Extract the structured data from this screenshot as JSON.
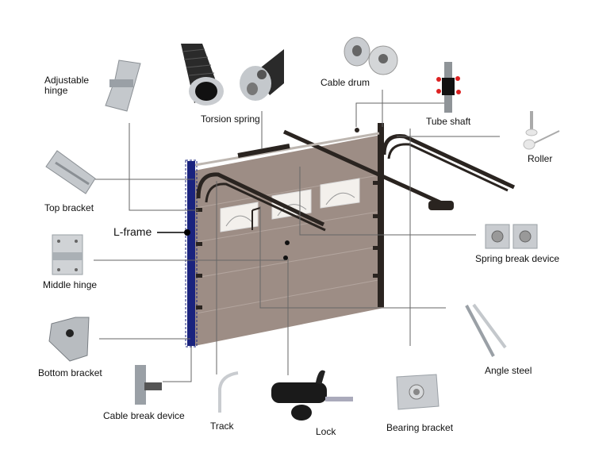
{
  "title": "Sectional garage door parts diagram",
  "labels": {
    "adjustable_hinge": "Adjustable\nhinge",
    "adjustable_hinge_l1": "Adjustable",
    "adjustable_hinge_l2": "hinge",
    "torsion_spring": "Torsion spring",
    "cable_drum": "Cable drum",
    "tube_shaft": "Tube shaft",
    "roller": "Roller",
    "top_bracket": "Top bracket",
    "l_frame": "L-frame",
    "middle_hinge": "Middle hinge",
    "spring_break_device": "Spring break device",
    "bottom_bracket": "Bottom bracket",
    "angle_steel": "Angle steel",
    "cable_break_device": "Cable break device",
    "track": "Track",
    "lock": "Lock",
    "bearing_bracket": "Bearing bracket"
  },
  "colors": {
    "door_panel": "#9a8a82",
    "track_dark": "#2a2420",
    "leader_line": "#666666",
    "l_frame_blue": "#1a237e",
    "metal": "#c9ccd0"
  }
}
